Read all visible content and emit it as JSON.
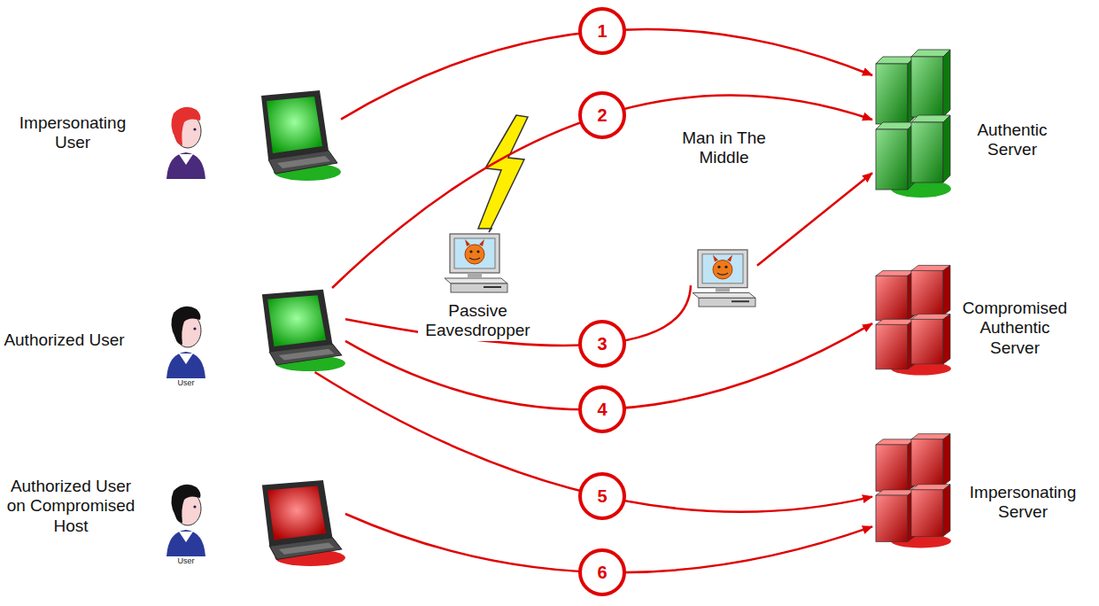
{
  "diagram": {
    "nodes": [
      {
        "text": [
          "Impersonating User"
        ]
      },
      {
        "text": [
          "Authorized User"
        ]
      },
      {
        "text": [
          "Authorized User on Compromised Host"
        ]
      },
      {
        "text": [
          "Authentic Server"
        ]
      },
      {
        "text": [
          "Compromised Authentic Server"
        ]
      },
      {
        "text": [
          "Impersonating Server"
        ]
      },
      {
        "text": [
          "Passive Eavesdropper"
        ]
      },
      {
        "text": [
          "Man in The Middle"
        ]
      }
    ],
    "edges": [
      {
        "from": 0,
        "to": 3,
        "arrow": "to",
        "label": "1"
      },
      {
        "from": 1,
        "to": 3,
        "arrow": "to",
        "label": "2"
      },
      {
        "from": 1,
        "to": 7,
        "arrow": "none",
        "label": "3"
      },
      {
        "from": 7,
        "to": 3,
        "arrow": "to"
      },
      {
        "from": 1,
        "to": 4,
        "arrow": "to",
        "label": "4"
      },
      {
        "from": 1,
        "to": 5,
        "arrow": "to",
        "label": "5"
      },
      {
        "from": 2,
        "to": 5,
        "arrow": "to",
        "label": "6"
      }
    ],
    "labels": [
      "User",
      "User"
    ]
  }
}
